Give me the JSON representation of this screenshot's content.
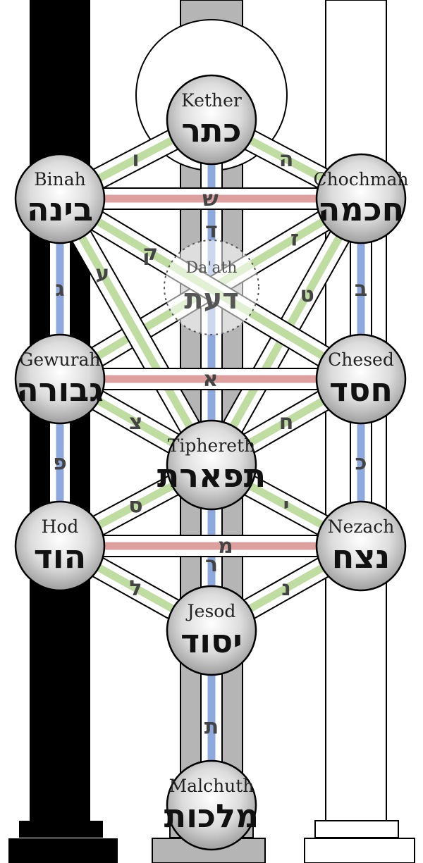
{
  "sefirot": [
    {
      "id": "kether",
      "latin": "Kether",
      "hebrew": "כתר"
    },
    {
      "id": "chochmah",
      "latin": "Chochmah",
      "hebrew": "חכמה"
    },
    {
      "id": "binah",
      "latin": "Binah",
      "hebrew": "בינה"
    },
    {
      "id": "chesed",
      "latin": "Chesed",
      "hebrew": "חסד"
    },
    {
      "id": "gewurah",
      "latin": "Gewurah",
      "hebrew": "גבורה"
    },
    {
      "id": "tiphereth",
      "latin": "Tiphereth",
      "hebrew": "תפארת"
    },
    {
      "id": "nezach",
      "latin": "Nezach",
      "hebrew": "נצח"
    },
    {
      "id": "hod",
      "latin": "Hod",
      "hebrew": "הוד"
    },
    {
      "id": "jesod",
      "latin": "Jesod",
      "hebrew": "יסוד"
    },
    {
      "id": "malchuth",
      "latin": "Malchuth",
      "hebrew": "מלכות"
    }
  ],
  "daath": {
    "latin": "Da'ath",
    "hebrew": "דעת"
  },
  "paths": [
    {
      "from": "kether",
      "to": "chochmah",
      "letter": "ה",
      "color": "green"
    },
    {
      "from": "kether",
      "to": "binah",
      "letter": "ו",
      "color": "green"
    },
    {
      "from": "kether",
      "to": "tiphereth",
      "letter": "ד",
      "color": "blue"
    },
    {
      "from": "chochmah",
      "to": "binah",
      "letter": "ש",
      "color": "red"
    },
    {
      "from": "chochmah",
      "to": "chesed",
      "letter": "ב",
      "color": "blue"
    },
    {
      "from": "chochmah",
      "to": "gewurah",
      "letter": "ז",
      "color": "green"
    },
    {
      "from": "chochmah",
      "to": "tiphereth",
      "letter": "ט",
      "color": "green"
    },
    {
      "from": "binah",
      "to": "gewurah",
      "letter": "ג",
      "color": "blue"
    },
    {
      "from": "binah",
      "to": "chesed",
      "letter": "ק",
      "color": "green"
    },
    {
      "from": "binah",
      "to": "tiphereth",
      "letter": "ע",
      "color": "green"
    },
    {
      "from": "chesed",
      "to": "gewurah",
      "letter": "א",
      "color": "red"
    },
    {
      "from": "chesed",
      "to": "tiphereth",
      "letter": "ח",
      "color": "green"
    },
    {
      "from": "chesed",
      "to": "nezach",
      "letter": "כ",
      "color": "blue"
    },
    {
      "from": "gewurah",
      "to": "tiphereth",
      "letter": "צ",
      "color": "green"
    },
    {
      "from": "gewurah",
      "to": "hod",
      "letter": "פ",
      "color": "blue"
    },
    {
      "from": "tiphereth",
      "to": "nezach",
      "letter": "י",
      "color": "green"
    },
    {
      "from": "tiphereth",
      "to": "hod",
      "letter": "ס",
      "color": "green"
    },
    {
      "from": "tiphereth",
      "to": "jesod",
      "letter": "ר",
      "color": "blue"
    },
    {
      "from": "nezach",
      "to": "hod",
      "letter": "מ",
      "color": "red"
    },
    {
      "from": "nezach",
      "to": "jesod",
      "letter": "נ",
      "color": "green"
    },
    {
      "from": "hod",
      "to": "jesod",
      "letter": "ל",
      "color": "green"
    },
    {
      "from": "jesod",
      "to": "malchuth",
      "letter": "ת",
      "color": "blue"
    }
  ],
  "colors": {
    "blue": "#8ea9dd",
    "green": "#bfdda1",
    "red": "#de9f9f",
    "pillar_black": "#000000",
    "pillar_grey": "#b5b5b5",
    "pillar_white": "#ffffff",
    "sphere_fill": "#d6d6d6"
  }
}
